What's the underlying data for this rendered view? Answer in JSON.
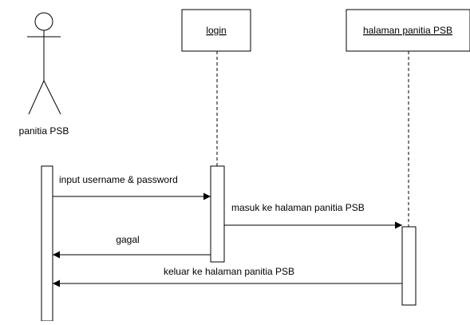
{
  "actor": {
    "label": "panitia PSB"
  },
  "lifelines": {
    "login": {
      "label": "login"
    },
    "halaman": {
      "label": "halaman panitia PSB"
    }
  },
  "messages": [
    {
      "label": "input username & password",
      "from": "actor",
      "to": "login"
    },
    {
      "label": "masuk ke halaman panitia PSB",
      "from": "login",
      "to": "halaman"
    },
    {
      "label": "gagal",
      "from": "login",
      "to": "actor"
    },
    {
      "label": "keluar ke halaman panitia PSB",
      "from": "halaman",
      "to": "actor"
    }
  ]
}
